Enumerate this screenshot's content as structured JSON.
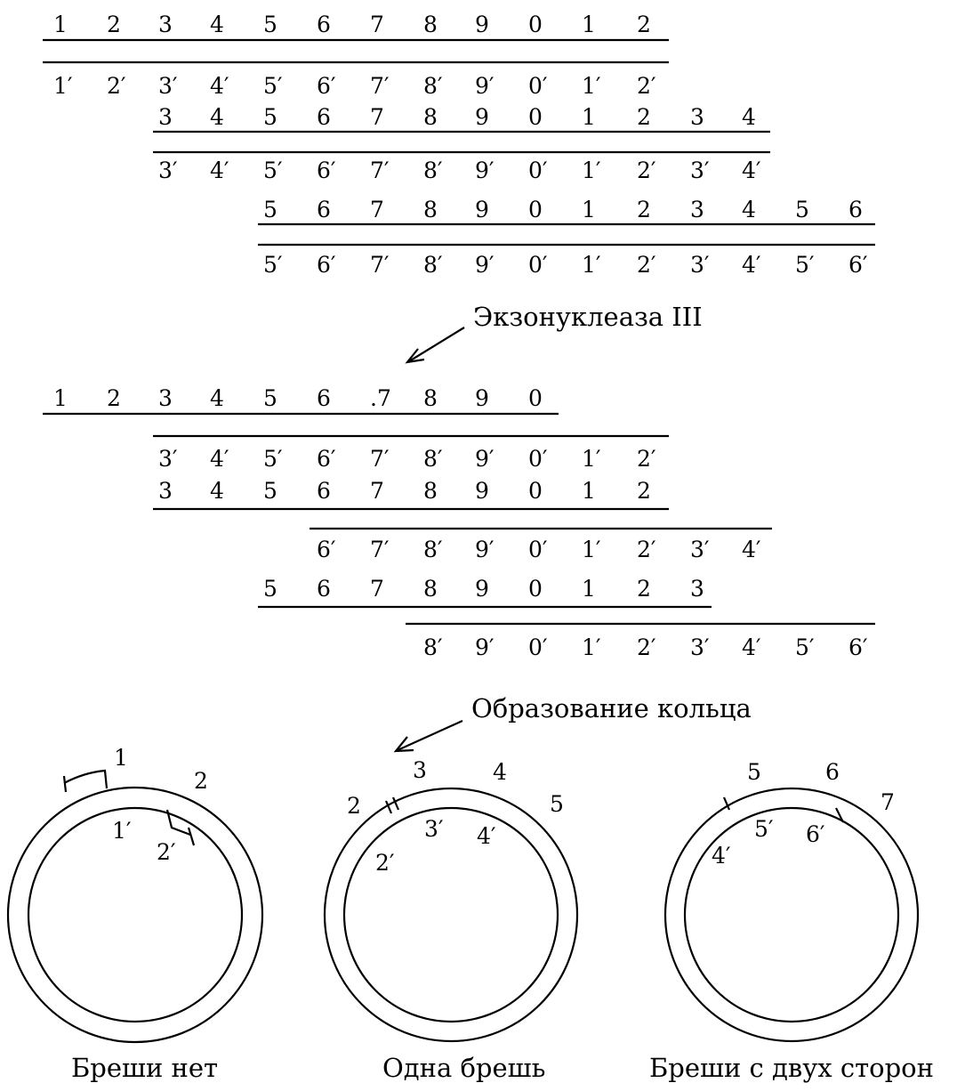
{
  "top_rows": [
    [
      "1",
      "2",
      "3",
      "4",
      "5",
      "6",
      "7",
      "8",
      "9",
      "0",
      "1",
      "2"
    ],
    [
      "1′",
      "2′",
      "3′",
      "4′",
      "5′",
      "6′",
      "7′",
      "8′",
      "9′",
      "0′",
      "1′",
      "2′"
    ],
    [
      "3",
      "4",
      "5",
      "6",
      "7",
      "8",
      "9",
      "0",
      "1",
      "2",
      "3",
      "4"
    ],
    [
      "3′",
      "4′",
      "5′",
      "6′",
      "7′",
      "8′",
      "9′",
      "0′",
      "1′",
      "2′",
      "3′",
      "4′"
    ],
    [
      "5",
      "6",
      "7",
      "8",
      "9",
      "0",
      "1",
      "2",
      "3",
      "4",
      "5",
      "6"
    ],
    [
      "5′",
      "6′",
      "7′",
      "8′",
      "9′",
      "0′",
      "1′",
      "2′",
      "3′",
      "4′",
      "5′",
      "6′"
    ]
  ],
  "step1_label": "Экзонуклеаза III",
  "mid_rows": [
    [
      "1",
      "2",
      "3",
      "4",
      "5",
      "6",
      ".7",
      "8",
      "9",
      "0"
    ],
    [
      "3′",
      "4′",
      "5′",
      "6′",
      "7′",
      "8′",
      "9′",
      "0′",
      "1′",
      "2′"
    ],
    [
      "3",
      "4",
      "5",
      "6",
      "7",
      "8",
      "9",
      "0",
      "1",
      "2"
    ],
    [
      "6′",
      "7′",
      "8′",
      "9′",
      "0′",
      "1′",
      "2′",
      "3′",
      "4′"
    ],
    [
      "5",
      "6",
      "7",
      "8",
      "9",
      "0",
      "1",
      "2",
      "3"
    ],
    [
      "8′",
      "9′",
      "0′",
      "1′",
      "2′",
      "3′",
      "4′",
      "5′",
      "6′"
    ]
  ],
  "step2_label": "Образование кольца",
  "circles": [
    {
      "labels": [
        "1",
        "2",
        "1′",
        "2′"
      ],
      "caption": "Бреши нет"
    },
    {
      "labels": [
        "3",
        "4",
        "5",
        "2",
        "3′",
        "4′",
        "2′"
      ],
      "caption": "Одна брешь"
    },
    {
      "labels": [
        "5",
        "6",
        "7",
        "4′",
        "5′",
        "6′"
      ],
      "caption": "Бреши с двух сторон"
    }
  ]
}
